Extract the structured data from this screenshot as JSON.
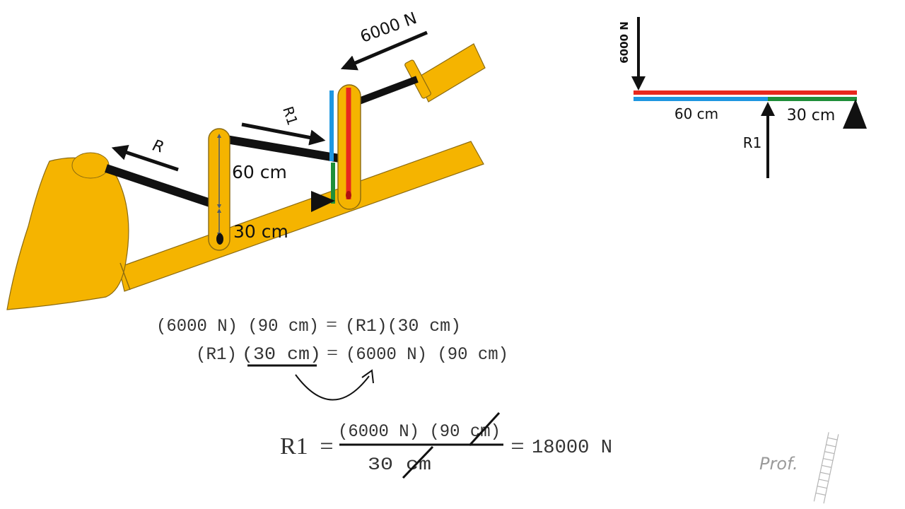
{
  "excavator": {
    "force_label": "6000 N",
    "r_label": "R",
    "r1_label": "R1",
    "dim_upper": "60 cm",
    "dim_lower": "30 cm"
  },
  "lever_diagram": {
    "force_label": "6000 N",
    "left_segment": "60 cm",
    "right_segment": "30 cm",
    "reaction_label": "R1"
  },
  "equations": {
    "line1_left": "(6000 N) (90 cm)",
    "line1_eq": "=",
    "line1_right": "(R1)(30 cm)",
    "line2_left_a": "(R1)",
    "line2_left_b": "(30 cm)",
    "line2_eq": "=",
    "line2_right": "(6000 N) (90 cm)",
    "r1": "R1",
    "r1_eq": "=",
    "numerator": "(6000 N) (90 cm)",
    "denominator": "30 cm",
    "result_eq": "=",
    "result": "18000 N"
  },
  "watermark": {
    "text": "Prof."
  },
  "colors": {
    "arm": "#F5B400",
    "outline": "#8a6a10",
    "rod": "#111111",
    "red": "#e8281e",
    "blue": "#1f97e0",
    "green": "#1f8f3a"
  }
}
